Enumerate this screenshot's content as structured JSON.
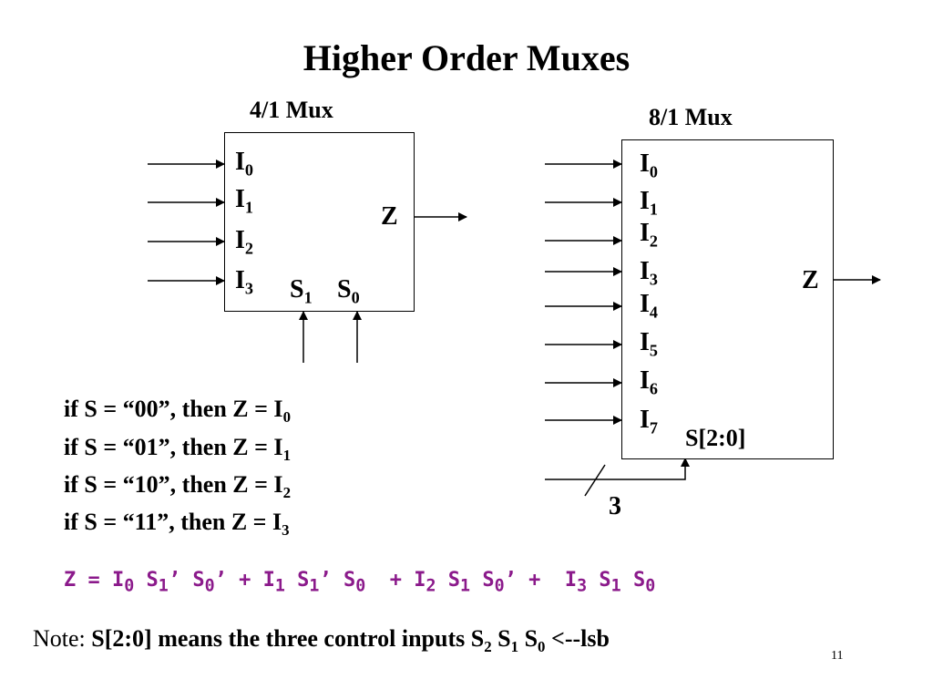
{
  "title": "Higher Order Muxes",
  "mux4": {
    "label": "4/1 Mux",
    "inputs": [
      {
        "base": "I",
        "sub": "0"
      },
      {
        "base": "I",
        "sub": "1"
      },
      {
        "base": "I",
        "sub": "2"
      },
      {
        "base": "I",
        "sub": "3"
      }
    ],
    "selects": [
      {
        "base": "S",
        "sub": "1"
      },
      {
        "base": "S",
        "sub": "0"
      }
    ],
    "output": "Z"
  },
  "mux8": {
    "label": "8/1 Mux",
    "inputs": [
      {
        "base": "I",
        "sub": "0"
      },
      {
        "base": "I",
        "sub": "1"
      },
      {
        "base": "I",
        "sub": "2"
      },
      {
        "base": "I",
        "sub": "3"
      },
      {
        "base": "I",
        "sub": "4"
      },
      {
        "base": "I",
        "sub": "5"
      },
      {
        "base": "I",
        "sub": "6"
      },
      {
        "base": "I",
        "sub": "7"
      }
    ],
    "select_label": "S[2:0]",
    "output": "Z",
    "bus_width": "3"
  },
  "conditions": [
    {
      "text": "if S = “00”, then Z = I",
      "sub": "0"
    },
    {
      "text": "if S = “01”, then Z = I",
      "sub": "1"
    },
    {
      "text": "if S = “10”, then Z = I",
      "sub": "2"
    },
    {
      "text": "if S = “11”, then Z = I",
      "sub": "3"
    }
  ],
  "formula": {
    "z": "Z = ",
    "terms": [
      {
        "I": "I",
        "isub": "0",
        "s1": "S",
        "s1sub": "1",
        "s1p": "’",
        "s0": "S",
        "s0sub": "0",
        "s0p": "’",
        "join": " + "
      },
      {
        "I": "I",
        "isub": "1",
        "s1": "S",
        "s1sub": "1",
        "s1p": "’",
        "s0": "S",
        "s0sub": "0",
        "s0p": "",
        "join": "  + "
      },
      {
        "I": "I",
        "isub": "2",
        "s1": "S",
        "s1sub": "1",
        "s1p": "",
        "s0": "S",
        "s0sub": "0",
        "s0p": "’",
        "join": " +  "
      },
      {
        "I": "I",
        "isub": "3",
        "s1": "S",
        "s1sub": "1",
        "s1p": "",
        "s0": "S",
        "s0sub": "0",
        "s0p": "",
        "join": ""
      }
    ]
  },
  "note": {
    "prefix": "Note: ",
    "text": "S[2:0] means the three control inputs S",
    "s2": "2",
    "s1": "1",
    "s0": "0",
    "lsb": " <--lsb"
  },
  "page_number": "11",
  "colors": {
    "formula": "#8b1a8b"
  }
}
